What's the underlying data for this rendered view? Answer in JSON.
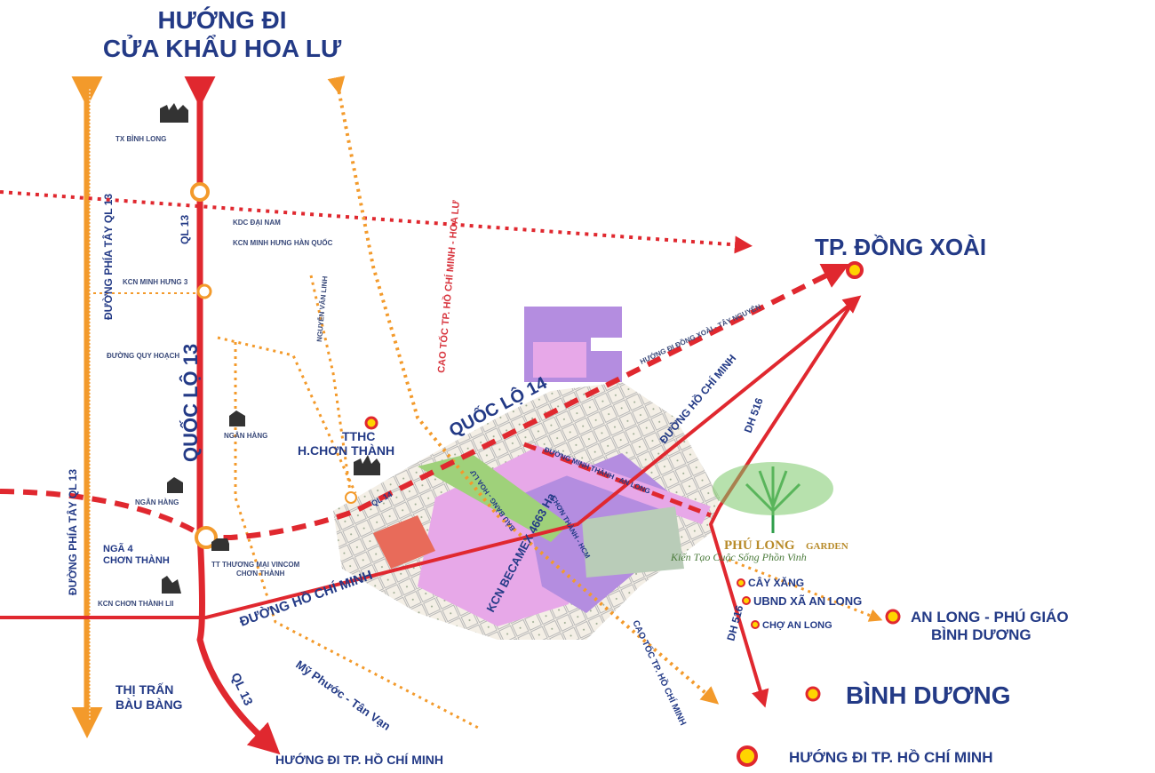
{
  "title": {
    "line1": "HƯỚNG ĐI",
    "line2": "CỬA KHẨU HOA LƯ"
  },
  "colors": {
    "navy": "#233a86",
    "road_red": "#e0282f",
    "road_orange": "#f39a2b",
    "zone_purple": "#b48de0",
    "zone_pink": "#e7a8e8",
    "logo_green": "#2f9e4a",
    "logo_gold": "#b88b2a"
  },
  "roads": {
    "ql13": "QL 13",
    "quoc_lo_13": "QUỐC LỘ 13",
    "ql13_south": "QL 13",
    "duong_phia_tay_top": "ĐƯỜNG PHÍA TÂY QL 13",
    "duong_phia_tay_bottom": "ĐƯỜNG PHÍA TÂY QL 13",
    "cao_toc_north": "CAO TỐC TP. HỒ CHÍ MINH - HOA LƯ",
    "cao_toc_south": "CAO TỐC TP. HỒ CHÍ MINH",
    "quoc_lo_14": "QUỐC LỘ 14",
    "ql14_small": "QL 14",
    "duong_hcm_west": "ĐƯỜNG HỒ CHÍ MINH",
    "duong_hcm_east": "ĐƯỜNG HỒ CHÍ MINH",
    "dh516_north": "DH 516",
    "dh516_south": "DH 516",
    "minh_thanh_an_long": "ĐƯỜNG MINH THÀNH - AN LONG",
    "bau_bang_hoa_lu": "BÀU BÀNG - HOA LƯ",
    "chon_thanh_hcm": "CHƠN THÀNH - HCM",
    "nguyen_van_linh": "NGUYỄN VĂN LINH",
    "duong_quy_hoach": "ĐƯỜNG QUY HOẠCH",
    "my_phuoc_tan_van": "Mỹ Phước - Tân Vạn",
    "huong_dong_xoai": "HƯỚNG ĐI ĐỒNG XOÀI - TÂY NGUYÊN",
    "kcn_becamex": "KCN BECAMEX 4663 Ha"
  },
  "places": {
    "tx_binh_long": "TX BÌNH LONG",
    "kdc_dai_nam": "KDC ĐẠI NAM",
    "kcn_minh_hung_han_quoc": "KCN MINH HƯNG HÀN QUỐC",
    "kcn_minh_hung_3": "KCN MINH HƯNG 3",
    "ngan_hang_1": "NGÂN HÀNG",
    "ngan_hang_2": "NGÂN HÀNG",
    "tthc_1": "TTHC",
    "tthc_2": "H.CHƠN THÀNH",
    "nga4_1": "NGÃ 4",
    "nga4_2": "CHƠN THÀNH",
    "vincom_1": "TT THƯƠNG MẠI VINCOM",
    "vincom_2": "CHƠN THÀNH",
    "kcn_chon_thanh": "KCN CHƠN THÀNH LII",
    "bau_bang_1": "THỊ TRẤN",
    "bau_bang_2": "BÀU BÀNG",
    "dong_xoai": "TP. ĐỒNG XOÀI",
    "cay_xang": "CÂY XĂNG",
    "ubnd": "UBND XÃ AN LONG",
    "cho_an_long": "CHỢ AN LONG",
    "an_long_1": "AN LONG - PHÚ GIÁO",
    "an_long_2": "BÌNH DƯƠNG",
    "binh_duong": "BÌNH DƯƠNG",
    "hcm_bottom": "HƯỚNG ĐI TP. HỒ CHÍ MINH",
    "hcm_legend": "HƯỚNG ĐI TP. HỒ CHÍ MINH"
  },
  "logo": {
    "name": "PHÚ LONG",
    "suffix": "GARDEN",
    "tagline": "Kiến Tạo Cuộc Sống Phồn Vinh"
  }
}
